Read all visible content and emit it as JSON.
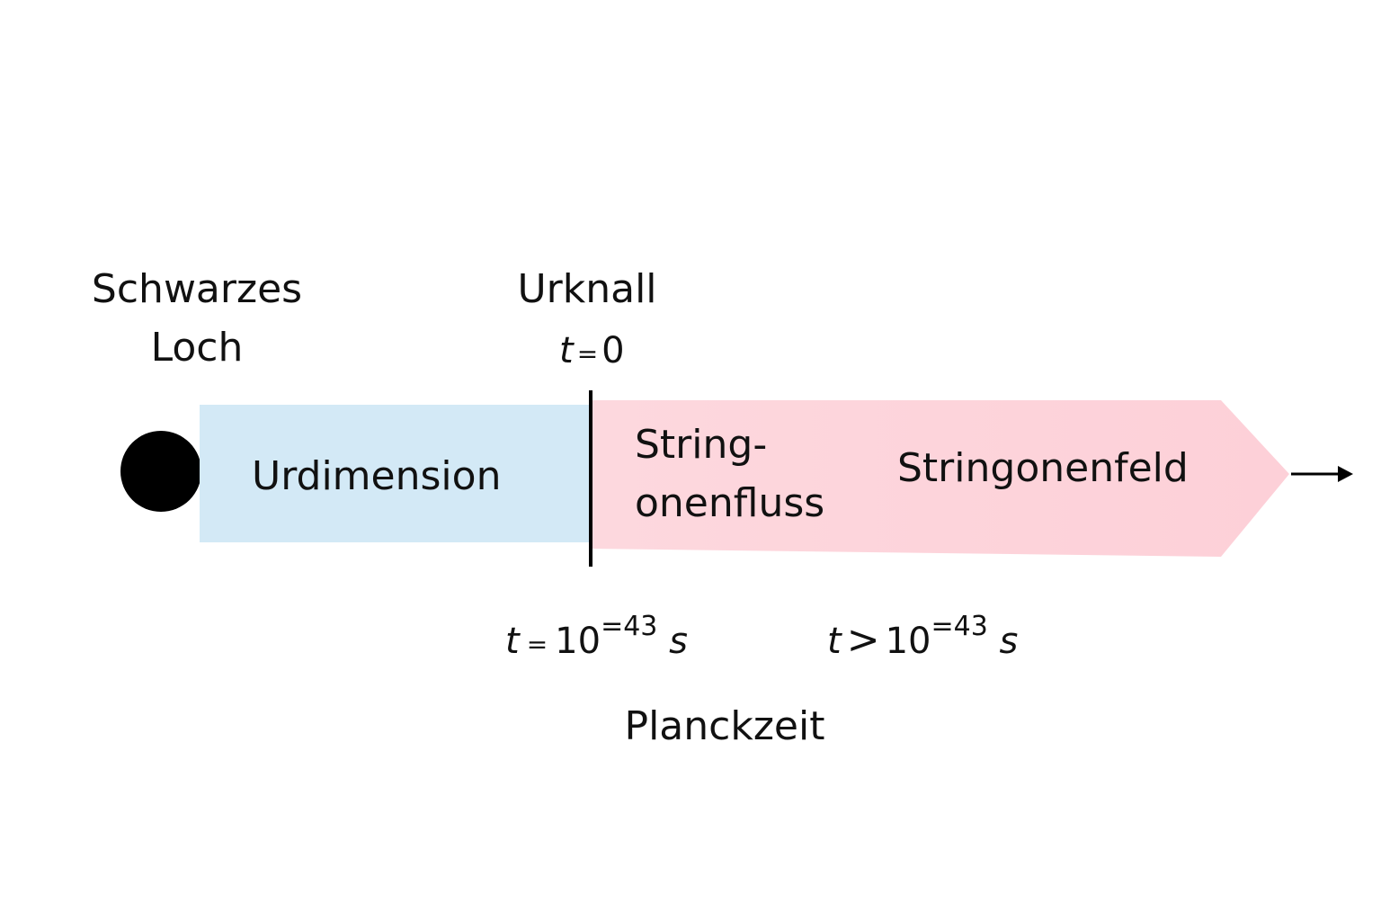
{
  "labels": {
    "black_hole_line1": "Schwarzes",
    "black_hole_line2": "Loch",
    "big_bang": "Urknall",
    "t0_var": "t",
    "t0_op": "=",
    "t0_val": "0",
    "urdimension": "Urdimension",
    "stringon_flux_line1": "String-",
    "stringon_flux_line2": "onenfluss",
    "stringon_field": "Stringonenfeld",
    "planck_time": "Planckzeit"
  },
  "times": {
    "at_planck": {
      "var": "t",
      "op": "=",
      "base": "10",
      "exp": "=43",
      "unit": "s"
    },
    "after_planck": {
      "var": "t",
      "op": ">",
      "base": "10",
      "exp": "=43",
      "unit": "s"
    }
  },
  "colors": {
    "urdimension_fill": "#d3e9f6",
    "stringon_fill": "#fdd3da",
    "ink": "#000000"
  }
}
